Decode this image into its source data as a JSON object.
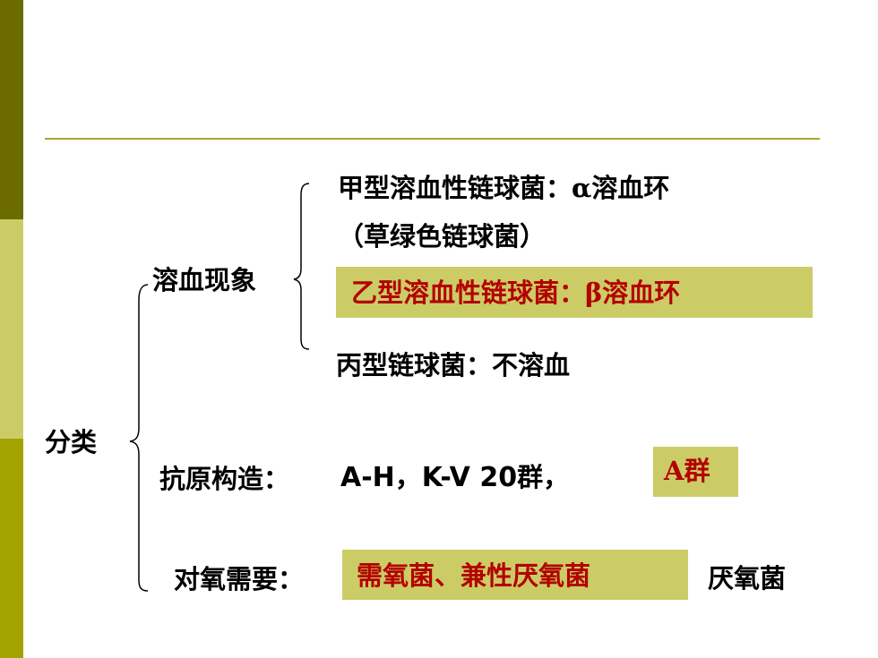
{
  "classification": "分类",
  "hemolysis": {
    "label": "溶血现象",
    "alpha_line1": "甲型溶血性链球菌：",
    "alpha_symbol": "α",
    "alpha_ring": "溶血环",
    "alpha_line2": "（草绿色链球菌）",
    "beta_text": "乙型溶血性链球菌：",
    "beta_symbol": "β",
    "beta_ring": "溶血环",
    "gamma_text": "丙型链球菌：不溶血"
  },
  "antigen": {
    "label": "抗原构造：",
    "groups_prefix": "A-H，K-V 20",
    "groups_suffix": "群，",
    "highlight": "A群"
  },
  "oxygen": {
    "label": "对氧需要：",
    "highlight": "需氧菌、兼性厌氧菌",
    "trailing": "厌氧菌"
  },
  "colors": {
    "sidebar_dark": "#6b6b00",
    "sidebar_light": "#cccc66",
    "sidebar_olive": "#a3a300",
    "highlight_box": "#cccc66",
    "highlight_text": "#b30000"
  }
}
